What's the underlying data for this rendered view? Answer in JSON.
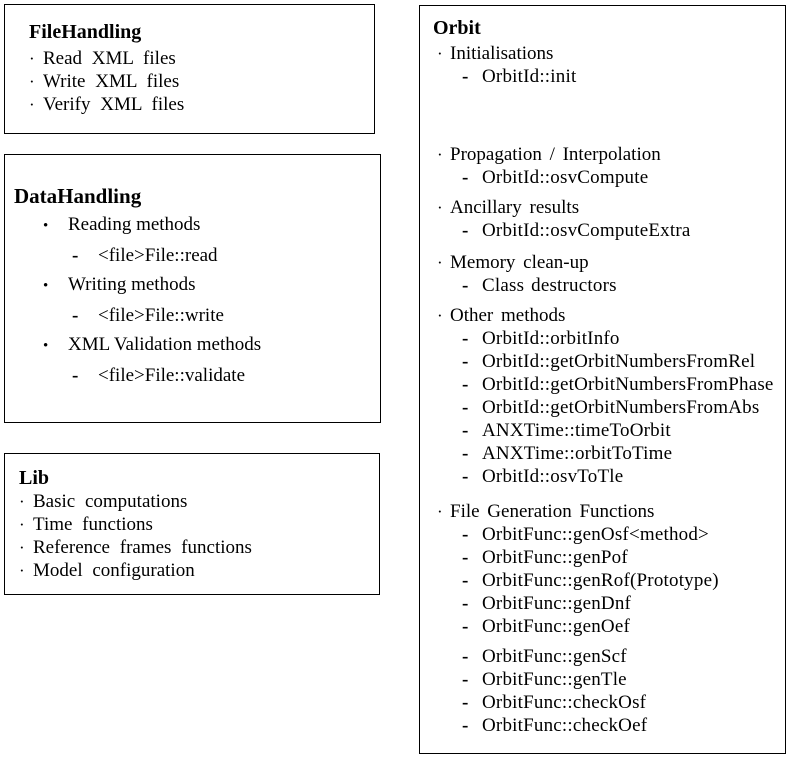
{
  "boxes": {
    "file_handling": {
      "title": "FileHandling",
      "items": [
        "Read XML files",
        "Write XML files",
        "Verify XML files"
      ]
    },
    "data_handling": {
      "title": "DataHandling",
      "groups": [
        {
          "label": "Reading methods",
          "sub": "<file>File::read"
        },
        {
          "label": "Writing methods",
          "sub": "<file>File::write"
        },
        {
          "label": "XML Validation methods",
          "sub": "<file>File::validate"
        }
      ]
    },
    "lib": {
      "title": "Lib",
      "items": [
        "Basic computations",
        "Time functions",
        "Reference frames functions",
        "Model configuration"
      ]
    },
    "orbit": {
      "title": "Orbit",
      "sections": [
        {
          "label": "Initialisations",
          "subs": [
            "OrbitId::init"
          ]
        },
        {
          "label": "Propagation / Interpolation",
          "subs": [
            "OrbitId::osvCompute"
          ]
        },
        {
          "label": "Ancillary results",
          "subs": [
            "OrbitId::osvComputeExtra"
          ]
        },
        {
          "label": "Memory clean-up",
          "subs": [
            "Class destructors"
          ]
        },
        {
          "label": "Other methods",
          "subs": [
            "OrbitId::orbitInfo",
            "OrbitId::getOrbitNumbersFromRel",
            "OrbitId::getOrbitNumbersFromPhase",
            "OrbitId::getOrbitNumbersFromAbs",
            "ANXTime::timeToOrbit",
            "ANXTime::orbitToTime",
            "OrbitId::osvToTle"
          ]
        },
        {
          "label": "File Generation Functions",
          "subs": [
            "OrbitFunc::genOsf<method>",
            "OrbitFunc::genPof",
            "OrbitFunc::genRof(Prototype)",
            "OrbitFunc::genDnf",
            "OrbitFunc::genOef",
            "OrbitFunc::genScf",
            "OrbitFunc::genTle",
            "OrbitFunc::checkOsf",
            "OrbitFunc::checkOef"
          ]
        }
      ]
    }
  },
  "icons": {
    "dot": "·",
    "bullet": "•",
    "dash": "-"
  },
  "colors": {
    "background": "#ffffff",
    "border": "#000000",
    "text": "#000000"
  }
}
